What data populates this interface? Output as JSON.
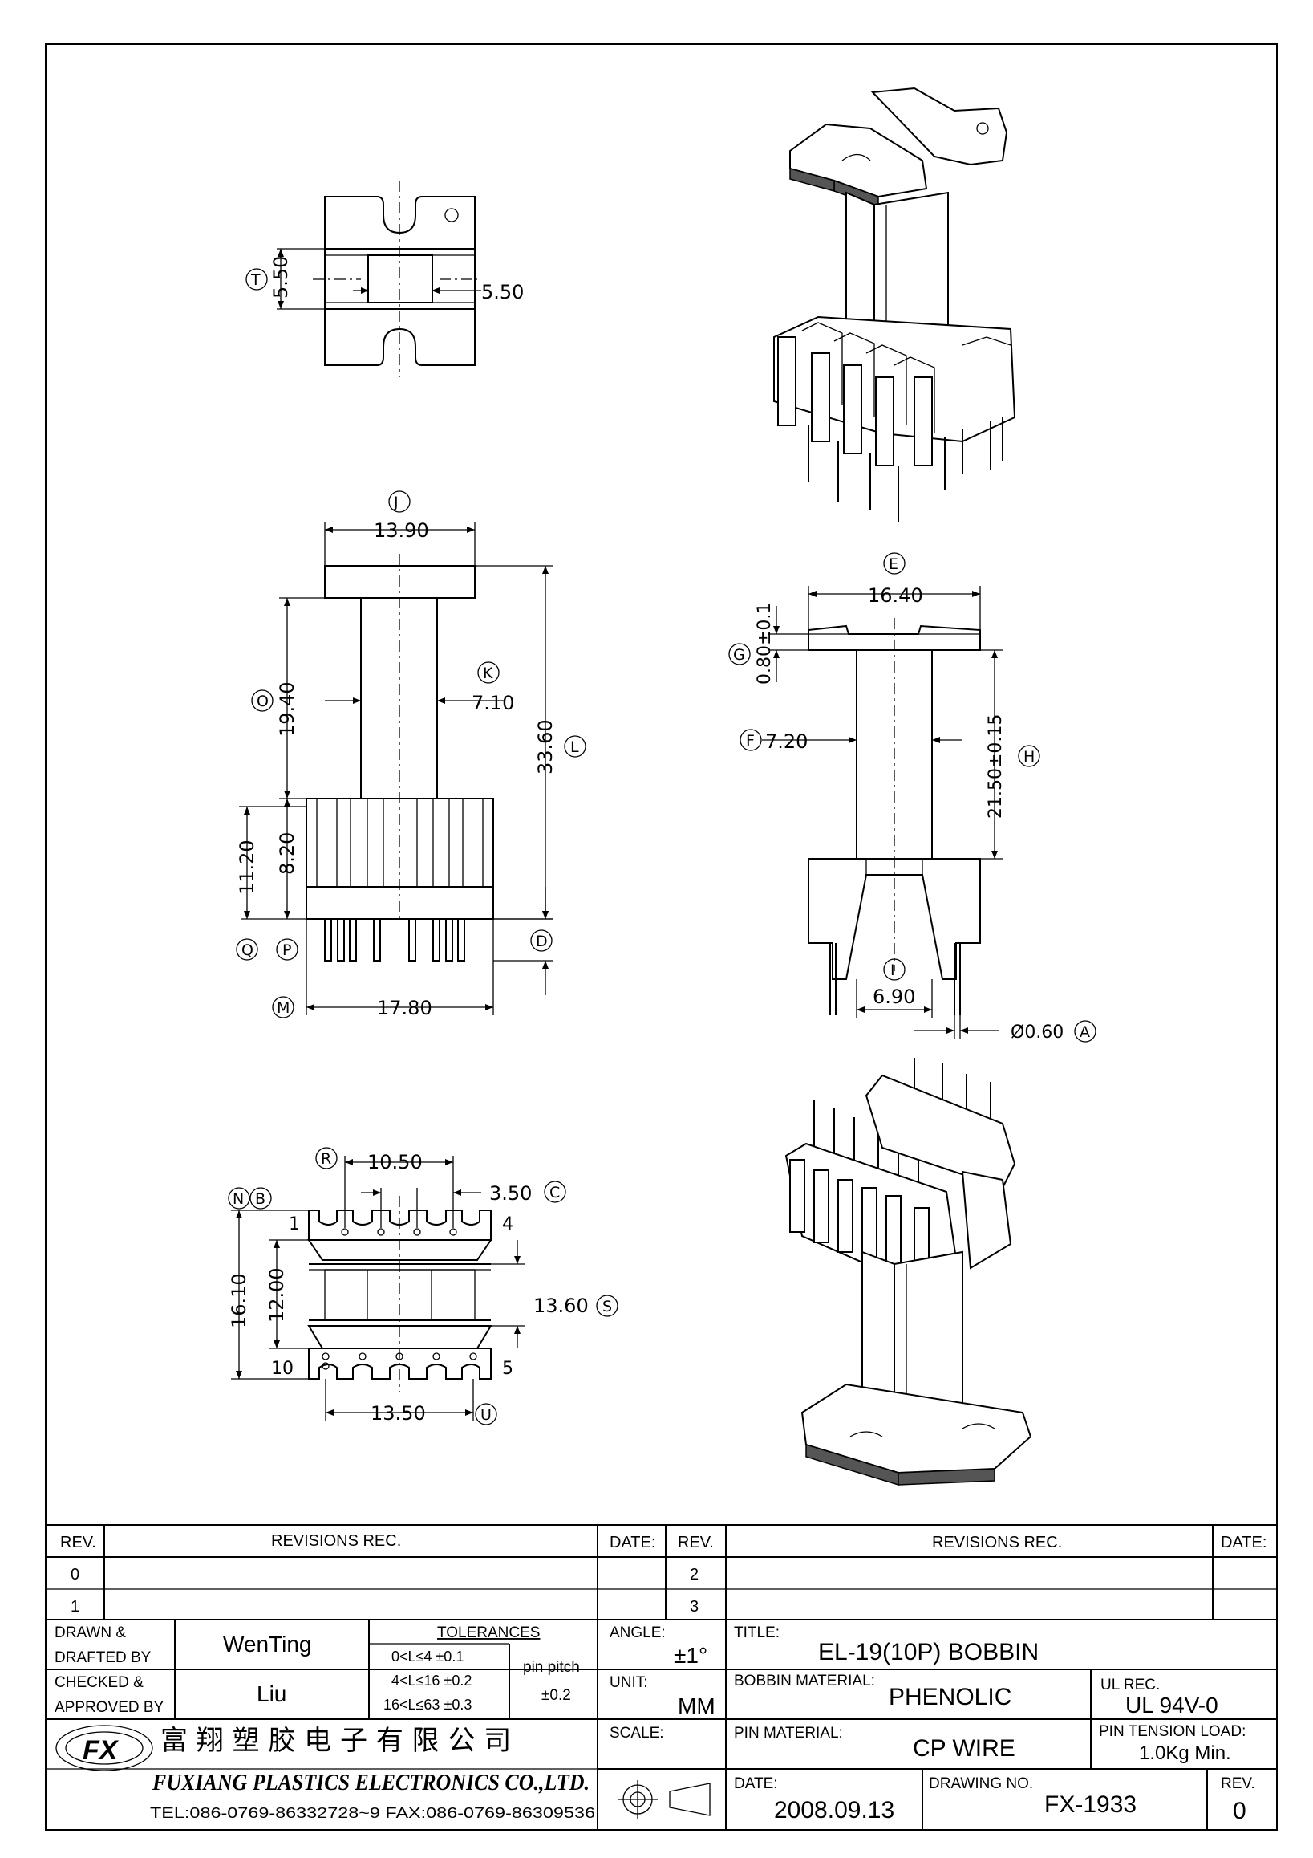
{
  "views": {
    "top": {
      "dim_h": "5.50",
      "dim_v": "5.50",
      "circle_T": "T"
    },
    "front": {
      "J": "J",
      "dim_J": "13.90",
      "K": "K",
      "dim_K": "7.10",
      "O": "O",
      "dim_O": "19.40",
      "L": "L",
      "dim_L": "33.60",
      "dim_820": "8.20",
      "dim_1120": "11.20",
      "Q": "Q",
      "P": "P",
      "D": "D",
      "M": "M",
      "dim_M": "17.80"
    },
    "side": {
      "E": "E",
      "dim_E": "16.40",
      "G": "G",
      "dim_G": "0.80±0.1",
      "F": "F",
      "dim_F": "7.20",
      "H": "H",
      "dim_H": "21.50±0.15",
      "I": "I",
      "dim_I": "6.90",
      "dim_A": "Ø0.60",
      "A": "A"
    },
    "bottom": {
      "R": "R",
      "dim_R": "10.50",
      "C": "C",
      "dim_C": "3.50",
      "N": "N",
      "B": "B",
      "dim_1610": "16.10",
      "dim_1200": "12.00",
      "S": "S",
      "dim_S": "13.60",
      "U": "U",
      "dim_U": "13.50",
      "pin1": "1",
      "pin4": "4",
      "pin10": "10",
      "pin5": "5"
    }
  },
  "title_block": {
    "rev_header": "REV.",
    "revisions_header": "REVISIONS   REC.",
    "date_header": "DATE:",
    "rev_header2": "REV.",
    "revisions_header2": "REVISIONS   REC.",
    "date_header2": "DATE:",
    "rev_0": "0",
    "rev_1": "1",
    "rev_2": "2",
    "rev_3": "3",
    "drawn_label_1": "DRAWN  &",
    "drawn_label_2": "DRAFTED BY",
    "drawn_name": "WenTing",
    "checked_label_1": "CHECKED  &",
    "checked_label_2": "APPROVED BY",
    "checked_name": "Liu",
    "tolerances_header": "TOLERANCES",
    "tol_1": "0<L≤4    ±0.1",
    "tol_2": "4<L≤16  ±0.2",
    "tol_3": "16<L≤63  ±0.3",
    "pin_pitch_label": "pin  pitch",
    "pin_pitch_value": "±0.2",
    "angle_label": "ANGLE:",
    "angle_value": "±1°",
    "unit_label": "UNIT:",
    "unit_value": "MM",
    "scale_label": "SCALE:",
    "title_label": "TITLE:",
    "title_value": "EL-19(10P)  BOBBIN",
    "bobbin_material_label": "BOBBIN  MATERIAL:",
    "bobbin_material_value": "PHENOLIC",
    "ul_label": "UL  REC.",
    "ul_value": "UL  94V-0",
    "pin_material_label": "PIN  MATERIAL:",
    "pin_material_value": "CP  WIRE",
    "pin_tension_label": "PIN  TENSION  LOAD:",
    "pin_tension_value": "1.0Kg  Min.",
    "date_label": "DATE:",
    "date_value": "2008.09.13",
    "drawing_no_label": "DRAWING  NO.",
    "drawing_no_value": "FX-1933",
    "rev_label": "REV.",
    "rev_value": "0",
    "company_cn": "富 翔 塑 胶 电 子 有 限 公 司",
    "company_en": "FUXIANG  PLASTICS  ELECTRONICS  CO.,LTD.",
    "company_contact": "TEL:086-0769-86332728~9   FAX:086-0769-86309536",
    "logo_text": "FX"
  }
}
